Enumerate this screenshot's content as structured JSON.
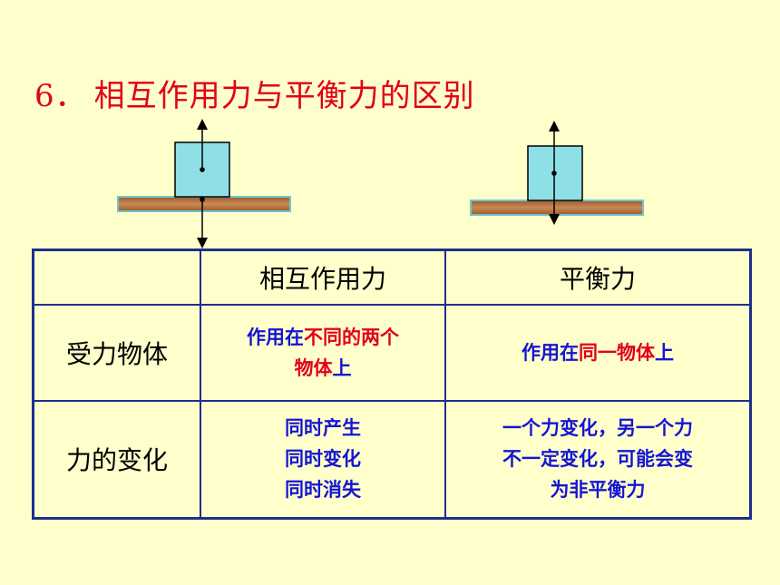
{
  "title": {
    "number": "6．",
    "text": "相互作用力与平衡力的区别"
  },
  "table": {
    "headers": [
      "",
      "相互作用力",
      "平衡力"
    ],
    "rows": [
      {
        "label": "受力物体",
        "interaction": {
          "line1_a": "作用在",
          "line1_b": "不同的两个",
          "line2_a": "物体",
          "line2_b": "上"
        },
        "balance": {
          "a": "作用在",
          "b": "同一物体",
          "c": "上"
        }
      },
      {
        "label": "力的变化",
        "interaction": [
          "同时产生",
          "同时变化",
          "同时消失"
        ],
        "balance": [
          "一个力变化，另一个力",
          "不一定变化，可能会变",
          "为非平衡力"
        ]
      }
    ]
  },
  "colors": {
    "background": "#ffffcc",
    "title": "#e0001a",
    "emphasis": "#1515d4",
    "highlight": "#e0001a",
    "table_border": "#1c2f8f",
    "block_fill": "#8ee0e6",
    "board": "#b5733f"
  }
}
